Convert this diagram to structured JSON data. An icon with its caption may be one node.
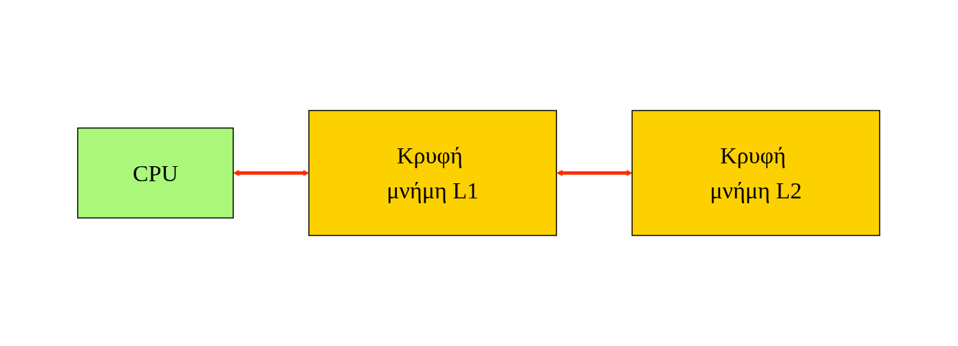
{
  "diagram": {
    "nodes": [
      {
        "text": [
          "CPU"
        ]
      },
      {
        "text": [
          "Κρυφή μνήμη L1"
        ]
      },
      {
        "text": [
          "Κρυφή μνήμη L2"
        ]
      }
    ],
    "edges": [
      {
        "from": 0,
        "to": 1,
        "arrow": "both"
      },
      {
        "from": 1,
        "to": 2,
        "arrow": "both"
      }
    ]
  }
}
